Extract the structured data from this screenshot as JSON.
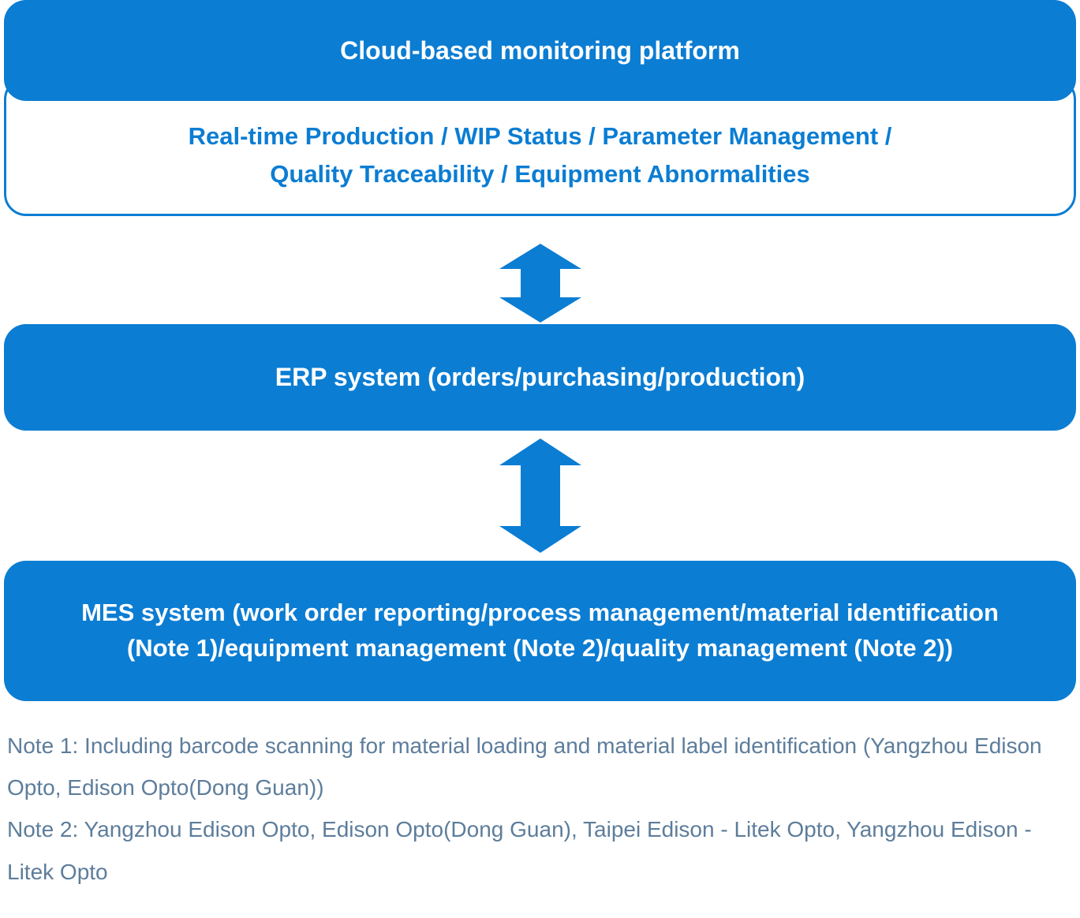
{
  "colors": {
    "primary_blue": "#0b7dd3",
    "note_text": "#5d7d9b"
  },
  "top_card": {
    "header": "Cloud-based monitoring platform",
    "body_line1": "Real-time Production / WIP Status / Parameter Management /",
    "body_line2": "Quality Traceability / Equipment Abnormalities"
  },
  "erp_box": {
    "label": "ERP system (orders/purchasing/production)"
  },
  "mes_box": {
    "label": "MES system (work order reporting/process management/material identification (Note 1)/equipment management (Note 2)/quality management (Note 2))"
  },
  "notes": {
    "note1": "Note 1: Including barcode scanning for material loading and material label identification (Yangzhou Edison Opto, Edison Opto(Dong Guan))",
    "note2": "Note 2: Yangzhou Edison Opto, Edison Opto(Dong Guan), Taipei Edison - Litek Opto, Yangzhou Edison - Litek Opto"
  }
}
